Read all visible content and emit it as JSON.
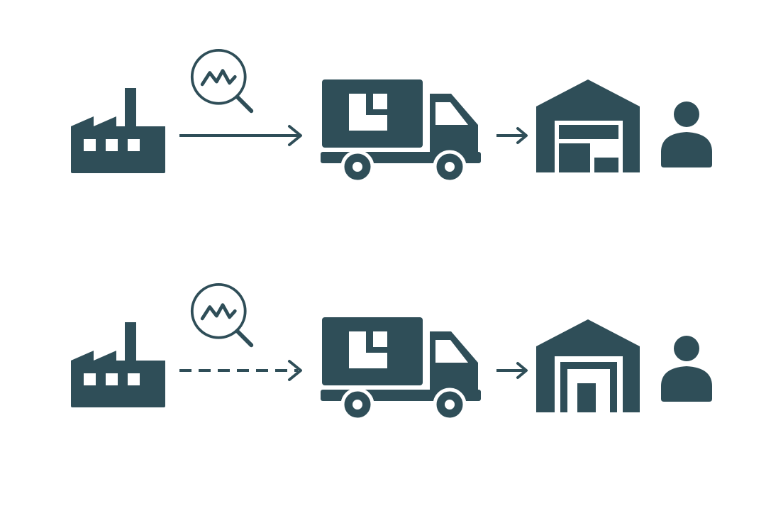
{
  "colors": {
    "icon": "#2f4e58",
    "background": "#ffffff"
  },
  "rows": [
    {
      "name": "row-1",
      "link_style": "solid",
      "warehouse_variant": "shelves",
      "nodes": [
        "factory-icon",
        "magnifier-chart-icon",
        "delivery-truck-icon",
        "warehouse-icon",
        "person-icon"
      ]
    },
    {
      "name": "row-2",
      "link_style": "dashed",
      "warehouse_variant": "open-door",
      "nodes": [
        "factory-icon",
        "magnifier-chart-icon",
        "delivery-truck-icon",
        "warehouse-icon",
        "person-icon"
      ]
    }
  ]
}
